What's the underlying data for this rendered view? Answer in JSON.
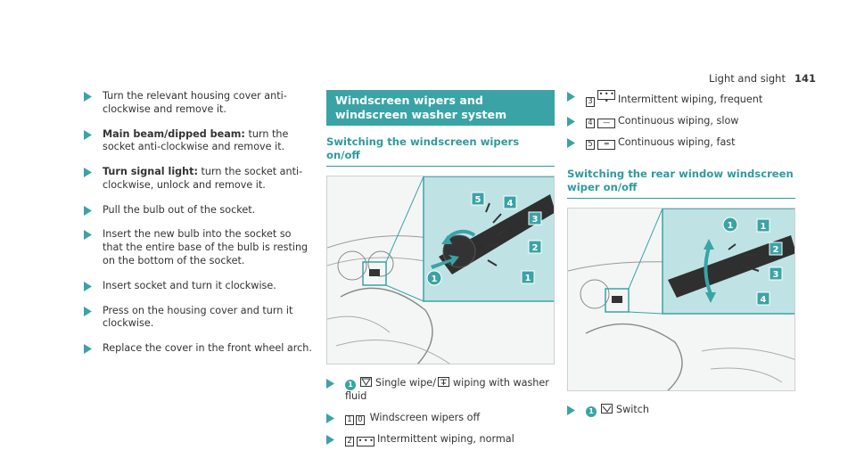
{
  "header": {
    "section": "Light and sight",
    "page": "141"
  },
  "col1": {
    "steps": [
      {
        "bold": "",
        "text": "Turn the relevant housing cover anti-clockwise and remove it."
      },
      {
        "bold": "Main beam/dipped beam:",
        "text": " turn the socket anti-clockwise and remove it."
      },
      {
        "bold": "Turn signal light:",
        "text": " turn the socket anti-clockwise, unlock and remove it."
      },
      {
        "bold": "",
        "text": "Pull the bulb out of the socket."
      },
      {
        "bold": "",
        "text": "Insert the new bulb into the socket so that the entire base of the bulb is resting on the bottom of the socket."
      },
      {
        "bold": "",
        "text": "Insert socket and turn it clockwise."
      },
      {
        "bold": "",
        "text": "Press on the housing cover and turn it clockwise."
      },
      {
        "bold": "",
        "text": "Replace the cover in the front wheel arch."
      }
    ]
  },
  "col2": {
    "banner": "Windscreen wipers and windscreen washer system",
    "subheading": "Switching the windscreen wipers on/off",
    "figure_callouts": [
      "1",
      "2",
      "3",
      "4",
      "5"
    ],
    "items": [
      {
        "num": "1",
        "pre": "Single wipe/",
        "post": "wiping with washer fluid"
      },
      {
        "key1": "1",
        "key2": "0",
        "text": "Windscreen wipers off"
      },
      {
        "key1": "2",
        "sym": "• • •",
        "text": "Intermittent wiping, normal"
      }
    ]
  },
  "col3": {
    "items": [
      {
        "key1": "3",
        "sym": "• • • •",
        "text": "Intermittent wiping, frequent"
      },
      {
        "key1": "4",
        "sym": "—",
        "text": "Continuous wiping, slow"
      },
      {
        "key1": "5",
        "sym": "═",
        "text": "Continuous wiping, fast"
      }
    ],
    "subheading": "Switching the rear window windscreen wiper on/off",
    "figure_callouts": [
      "1",
      "1",
      "2",
      "3",
      "4"
    ],
    "switch_item": {
      "num": "1",
      "text": "Switch"
    }
  },
  "colors": {
    "accent": "#3aa3a6",
    "text": "#333333"
  }
}
